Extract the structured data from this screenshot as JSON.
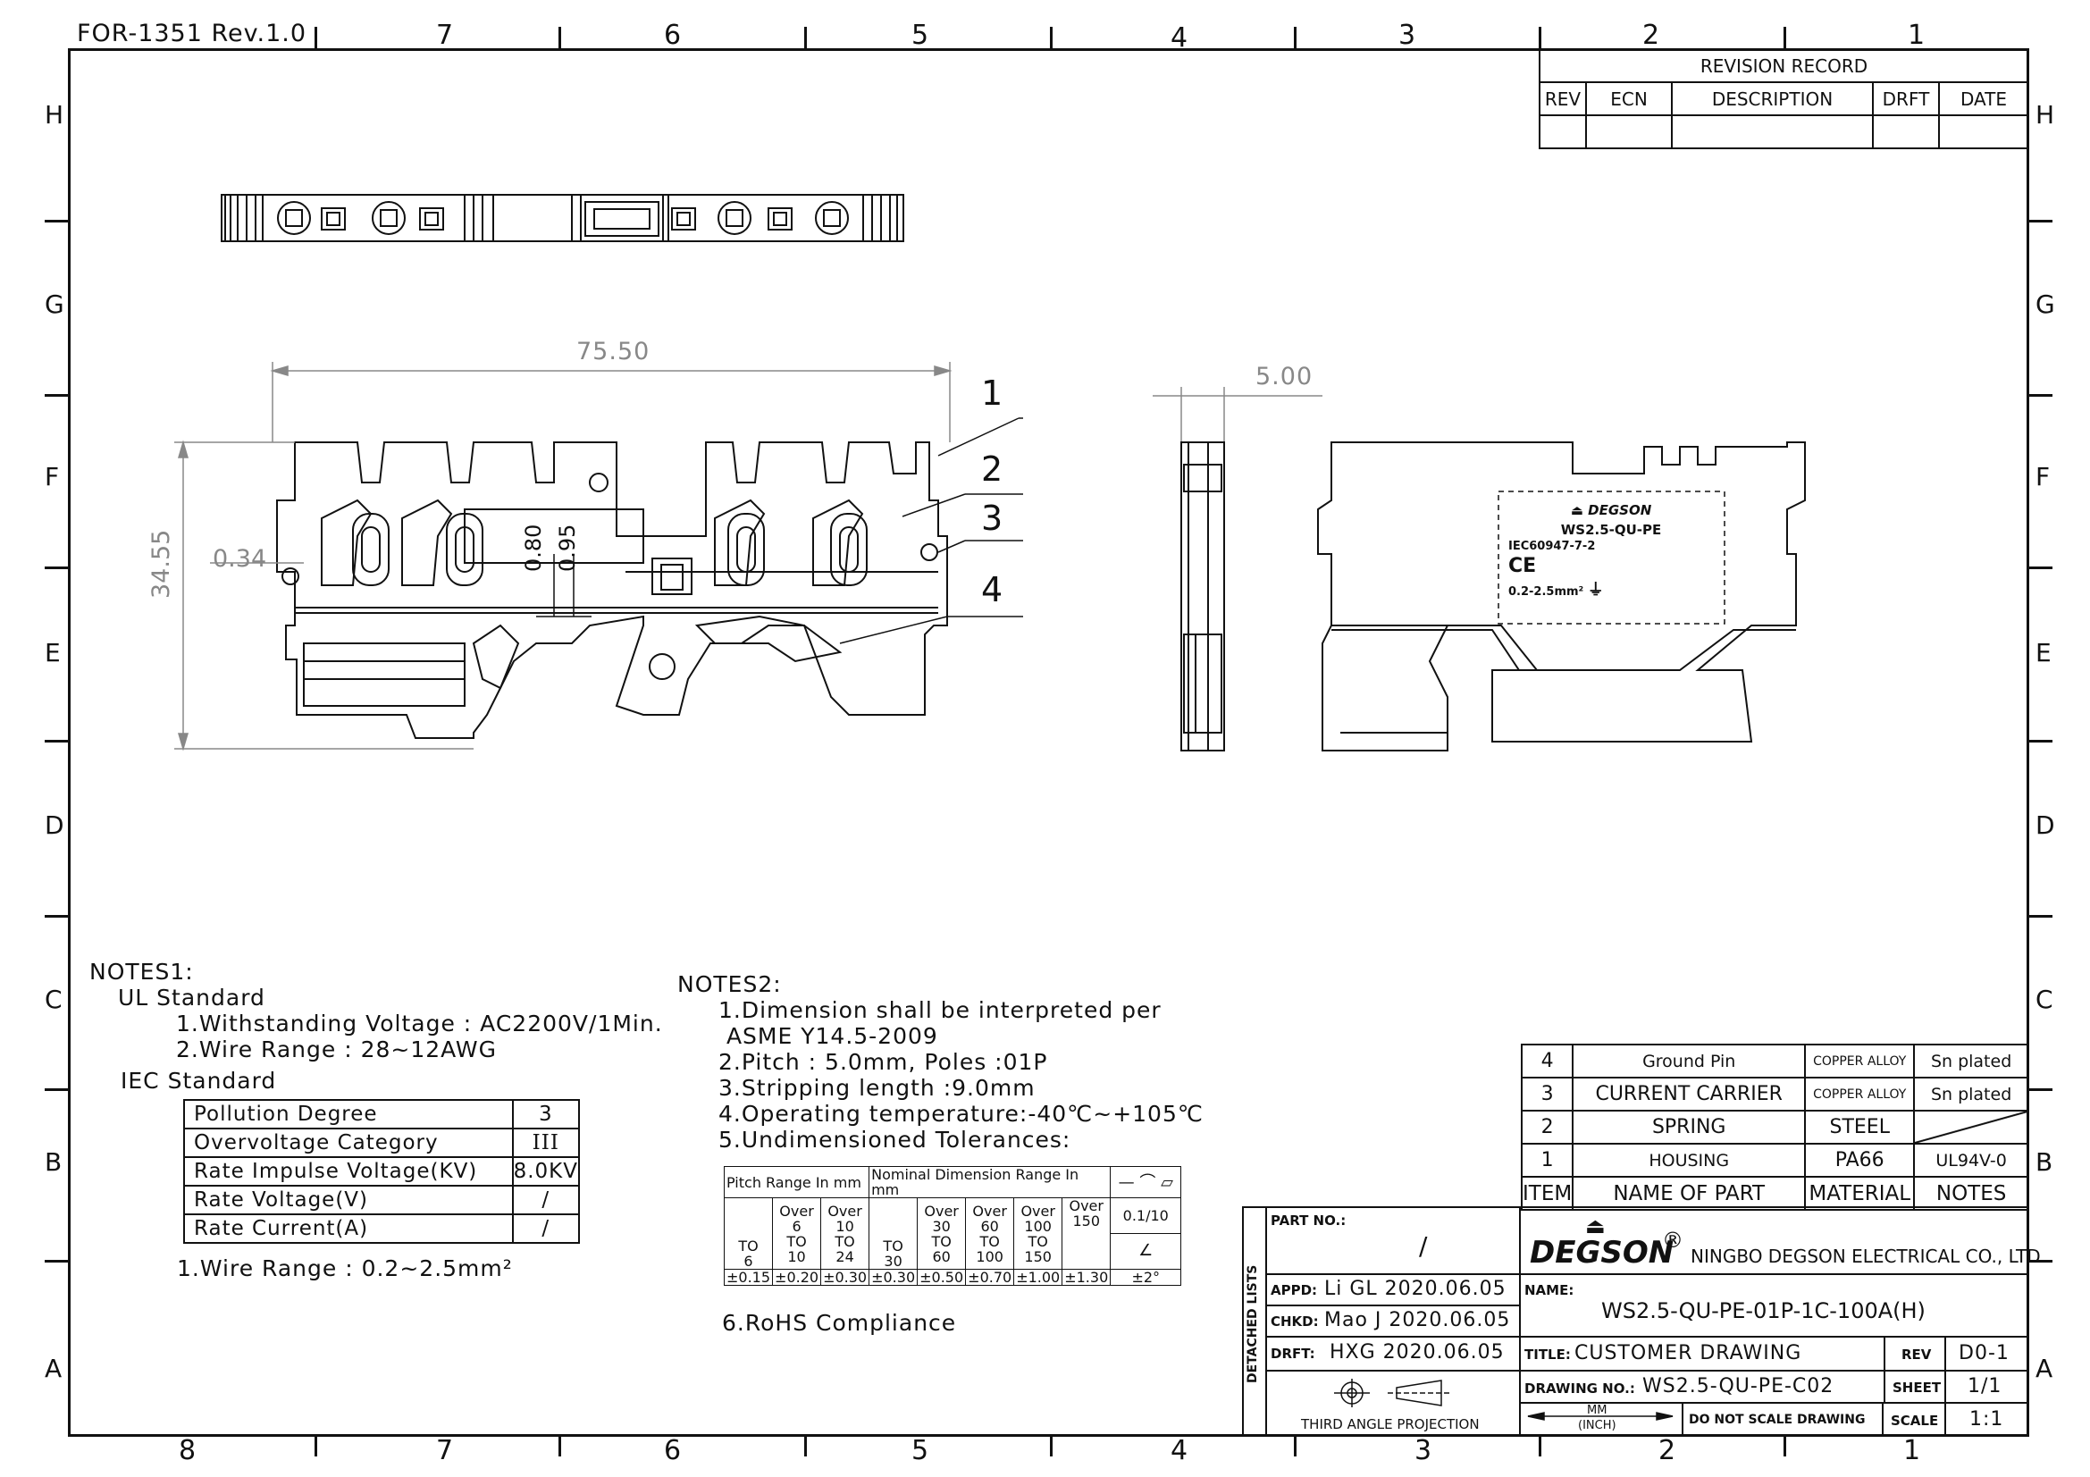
{
  "form_id": "FOR-1351 Rev.1.0",
  "zones": {
    "columns_top": [
      "7",
      "6",
      "5",
      "4",
      "3",
      "2",
      "1"
    ],
    "columns_bottom": [
      "8",
      "7",
      "6",
      "5",
      "4",
      "3",
      "2",
      "1"
    ],
    "rows": [
      "H",
      "G",
      "F",
      "E",
      "D",
      "C",
      "B",
      "A"
    ]
  },
  "revision_record": {
    "title": "REVISION RECORD",
    "headers": [
      "REV",
      "ECN",
      "DESCRIPTION",
      "DRFT",
      "DATE"
    ]
  },
  "dimensions": {
    "overall_length": "75.50",
    "pitch": "5.00",
    "height": "34.55",
    "dim_034": "0.34",
    "dim_080": "0.80",
    "dim_095": "0.95"
  },
  "callouts": [
    "1",
    "2",
    "3",
    "4"
  ],
  "label_marking": {
    "brand": "DEGSON",
    "model": "WS2.5-QU-PE",
    "standard": "IEC60947-7-2",
    "ce": "CE",
    "range": "0.2-2.5mm²"
  },
  "notes1": {
    "title": "NOTES1:",
    "ul_title": "UL Standard",
    "ul_items": [
      "1.Withstanding Voltage : AC2200V/1Min.",
      "2.Wire Range : 28~12AWG"
    ],
    "iec_title": "IEC Standard",
    "iec_rows": [
      {
        "label": "Pollution Degree",
        "value": "3"
      },
      {
        "label": "Overvoltage Category",
        "value": "III"
      },
      {
        "label": "Rate Impulse Voltage(KV)",
        "value": "8.0KV"
      },
      {
        "label": "Rate Voltage(V)",
        "value": "/"
      },
      {
        "label": "Rate Current(A)",
        "value": "/"
      }
    ],
    "wire_range": "1.Wire Range : 0.2~2.5mm²"
  },
  "notes2": {
    "title": "NOTES2:",
    "items": [
      "1.Dimension shall be interpreted per",
      " ASME Y14.5-2009",
      "2.Pitch : 5.0mm, Poles :01P",
      "3.Stripping length :9.0mm",
      "4.Operating temperature:-40℃~+105℃",
      "5.Undimensioned Tolerances:"
    ],
    "rohs": "6.RoHS Compliance",
    "tolerance_table": {
      "pitch_header": "Pitch Range In mm",
      "nominal_header": "Nominal Dimension Range In mm",
      "pitch_ranges": [
        [
          "",
          "TO",
          "6"
        ],
        [
          "Over",
          "6",
          "TO",
          "10"
        ],
        [
          "Over",
          "10",
          "TO",
          "24"
        ]
      ],
      "nominal_ranges": [
        [
          "",
          "TO",
          "30"
        ],
        [
          "Over",
          "30",
          "TO",
          "60"
        ],
        [
          "Over",
          "60",
          "TO",
          "100"
        ],
        [
          "Over",
          "100",
          "TO",
          "150"
        ],
        [
          "Over",
          "150"
        ]
      ],
      "tolerances": [
        "±0.15",
        "±0.20",
        "±0.30",
        "±0.30",
        "±0.50",
        "±0.70",
        "±1.00",
        "±1.30"
      ],
      "flatness": "0.1/10",
      "angle": "±2°"
    }
  },
  "parts_list": {
    "headers": [
      "ITEM",
      "NAME OF PART",
      "MATERIAL",
      "NOTES"
    ],
    "rows": [
      {
        "item": "4",
        "name": "Ground Pin",
        "material": "COPPER ALLOY",
        "notes": "Sn plated"
      },
      {
        "item": "3",
        "name": "CURRENT CARRIER",
        "material": "COPPER ALLOY",
        "notes": "Sn plated"
      },
      {
        "item": "2",
        "name": "SPRING",
        "material": "STEEL",
        "notes": ""
      },
      {
        "item": "1",
        "name": "HOUSING",
        "material": "PA66",
        "notes": "UL94V-0"
      }
    ]
  },
  "title_block": {
    "part_no_label": "PART NO.:",
    "part_no_value": "/",
    "detached_lists": "DETACHED LISTS",
    "appd_label": "APPD:",
    "appd_value": "Li GL 2020.06.05",
    "chkd_label": "CHKD:",
    "chkd_value": "Mao J 2020.06.05",
    "drft_label": "DRFT:",
    "drft_value": "HXG 2020.06.05",
    "projection": "THIRD ANGLE PROJECTION",
    "company_logo": "DEGSON",
    "company_mark": "®",
    "company_name": "NINGBO DEGSON ELECTRICAL CO., LTD",
    "name_label": "NAME:",
    "name_value": "WS2.5-QU-PE-01P-1C-100A(H)",
    "title_label": "TITLE:",
    "title_value": "CUSTOMER DRAWING",
    "rev_label": "REV",
    "rev_value": "D0-1",
    "drawing_no_label": "DRAWING NO.:",
    "drawing_no_value": "WS2.5-QU-PE-C02",
    "sheet_label": "SHEET",
    "sheet_value": "1/1",
    "units_mm": "MM",
    "units_inch": "(INCH)",
    "do_not_scale": "DO NOT SCALE DRAWING",
    "scale_label": "SCALE",
    "scale_value": "1:1"
  }
}
